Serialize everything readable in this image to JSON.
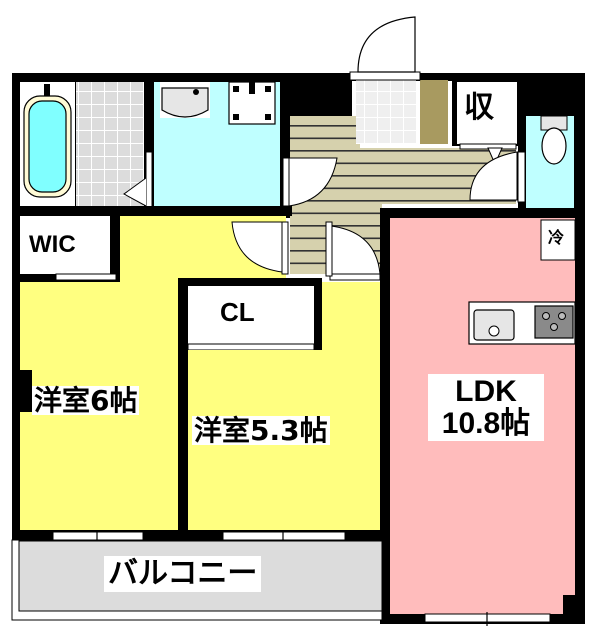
{
  "floorplan": {
    "rooms": {
      "western_room_1": {
        "name": "洋室",
        "size": "6帖",
        "label": "洋室6帖",
        "color": "#ffff80"
      },
      "western_room_2": {
        "name": "洋室",
        "size": "5.3帖",
        "label": "洋室5.3帖",
        "color": "#ffff80"
      },
      "ldk": {
        "name": "LDK",
        "size": "10.8帖",
        "label_line1": "LDK",
        "label_line2": "10.8帖",
        "color": "#ffbcbc"
      },
      "wic": {
        "label": "WIC"
      },
      "closet": {
        "label": "CL"
      },
      "storage": {
        "label": "収"
      },
      "balcony": {
        "label": "バルコニー",
        "color": "#dcdcdc"
      },
      "refrigerator": {
        "label": "冷"
      },
      "washroom": {
        "color": "#bfffff"
      },
      "toilet": {
        "color": "#bfffff"
      },
      "bathtub": {
        "color": "#80ffff"
      },
      "hallway": {
        "color": "#d6d1ad"
      }
    },
    "colors": {
      "wall": "#000000",
      "bedroom": "#ffff80",
      "ldk": "#ffbcbc",
      "wet_area": "#bfffff",
      "floorboard": "#d6d1ad",
      "entrance_shoe": "#a89a60",
      "tile": "#dcdcdc"
    }
  }
}
